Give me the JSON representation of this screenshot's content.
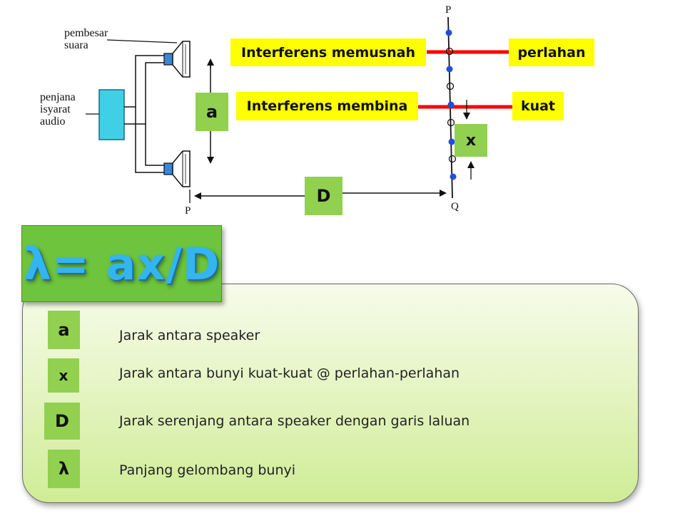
{
  "diagram": {
    "labels": {
      "pembesar_suara_1": "pembesar",
      "pembesar_suara_2": "suara",
      "penjana_1": "penjana",
      "penjana_2": "isyarat",
      "penjana_3": "audio",
      "p_bottom": "P",
      "p_top": "P",
      "q": "Q"
    },
    "boxes": {
      "destructive": "Interferens memusnah",
      "destructive_result": "perlahan",
      "constructive": "Interferens membina",
      "constructive_result": "kuat",
      "a": "a",
      "x": "x",
      "d": "D"
    },
    "colors": {
      "yellow": "#ffff00",
      "green": "#92d050",
      "red_line": "#ff0000",
      "dot_blue": "#1f4fe0",
      "speaker_cyan": "#3fd0e8"
    }
  },
  "formula": "λ= ax/D",
  "legend": [
    {
      "symbol": "a",
      "text": "Jarak antara speaker"
    },
    {
      "symbol": "x",
      "text": "Jarak antara bunyi kuat-kuat @ perlahan-perlahan"
    },
    {
      "symbol": "D",
      "text": "Jarak serenjang antara speaker dengan garis laluan"
    },
    {
      "symbol": "λ",
      "text": "Panjang gelombang bunyi"
    }
  ]
}
